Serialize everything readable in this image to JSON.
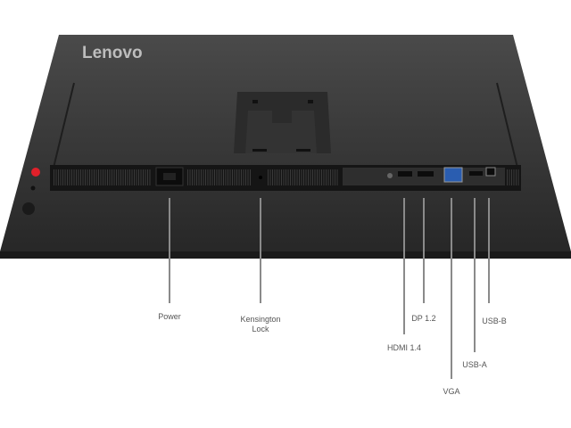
{
  "brand": "Lenovo",
  "ports": [
    {
      "label": "Power"
    },
    {
      "label": "Kensington",
      "label2": "Lock"
    },
    {
      "label": "HDMI 1.4"
    },
    {
      "label": "DP 1.2"
    },
    {
      "label": "VGA"
    },
    {
      "label": "USB-A"
    },
    {
      "label": "USB-B"
    }
  ],
  "colors": {
    "body": "#2a2a2a",
    "power_button": "#e0202a",
    "vga": "#2a5db0",
    "leader": "#8a8a8a"
  }
}
